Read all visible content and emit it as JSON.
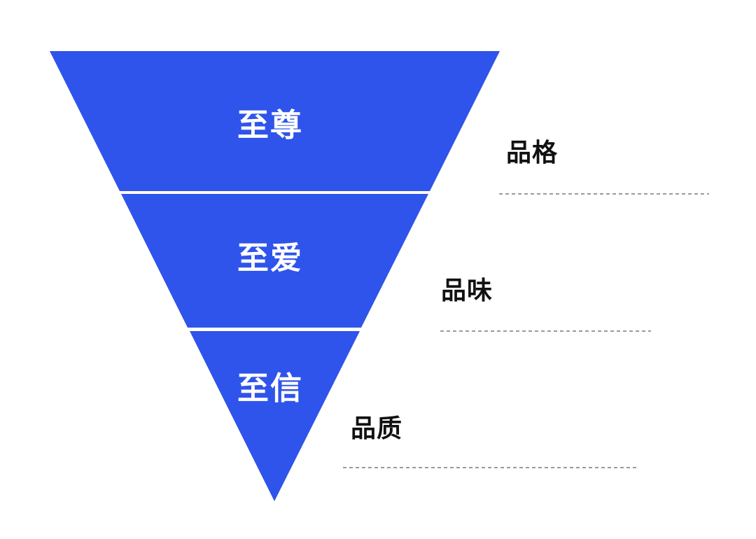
{
  "diagram": {
    "type": "inverted-funnel",
    "funnel_fill": "#2F54EB",
    "tier_label_color": "#FFFFFF",
    "annotation_color": "#111111",
    "dashed_line_color": "#9A9A9A",
    "tiers": [
      {
        "label": "至尊",
        "annotation": "品格"
      },
      {
        "label": "至爱",
        "annotation": "品味"
      },
      {
        "label": "至信",
        "annotation": "品质"
      }
    ]
  }
}
